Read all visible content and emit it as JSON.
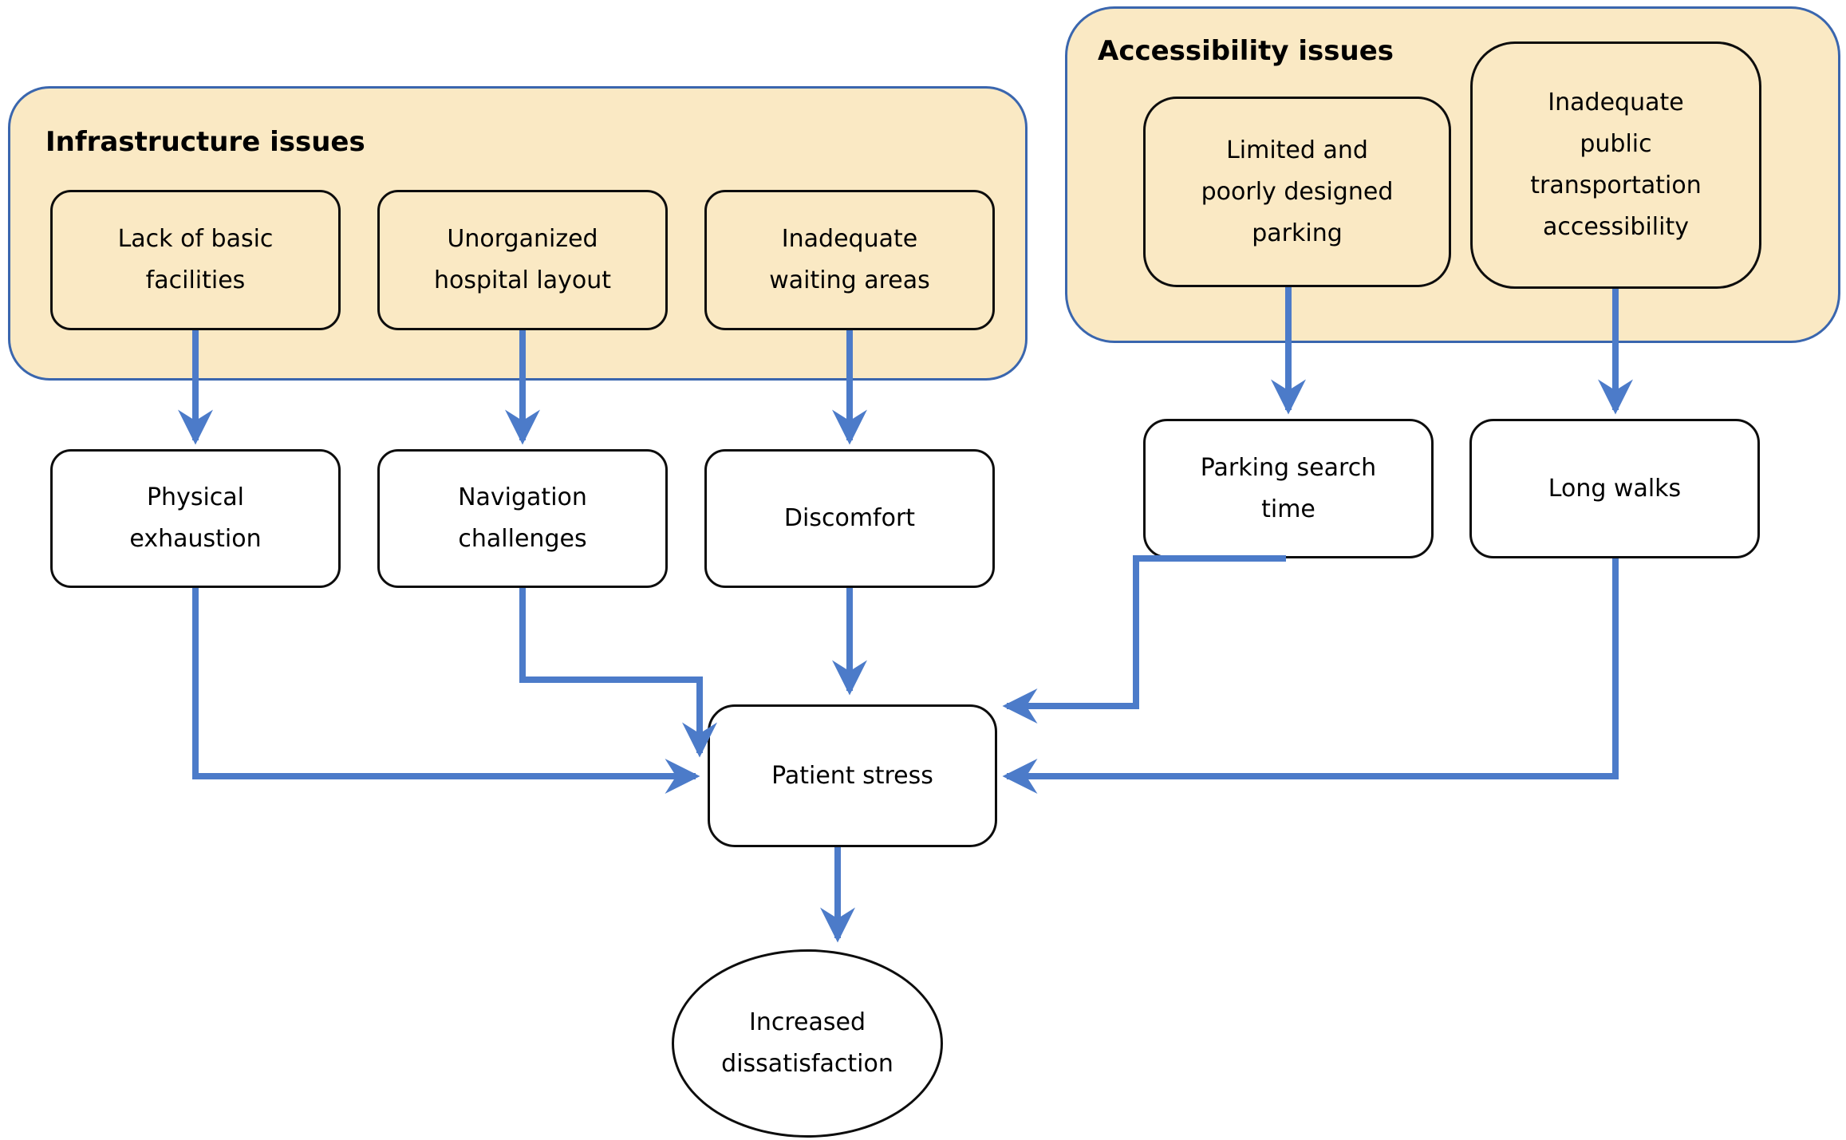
{
  "diagram": {
    "groups": [
      {
        "id": "infrastructure",
        "title": "Infrastructure issues"
      },
      {
        "id": "accessibility",
        "title": "Accessibility issues"
      }
    ],
    "nodes": {
      "lack_facilities": {
        "label": "Lack of basic facilities",
        "lines": [
          "Lack of basic",
          "facilities"
        ]
      },
      "unorganized_layout": {
        "label": "Unorganized hospital layout",
        "lines": [
          "Unorganized",
          "hospital layout"
        ]
      },
      "inadequate_waiting": {
        "label": "Inadequate waiting areas",
        "lines": [
          "Inadequate",
          "waiting areas"
        ]
      },
      "limited_parking": {
        "label": "Limited and poorly designed parking",
        "lines": [
          "Limited and",
          "poorly designed",
          "parking"
        ]
      },
      "inadequate_transport": {
        "label": "Inadequate public transportation accessibility",
        "lines": [
          "Inadequate",
          "public",
          "transportation",
          "accessibility"
        ]
      },
      "physical_exhaustion": {
        "label": "Physical exhaustion",
        "lines": [
          "Physical",
          "exhaustion"
        ]
      },
      "navigation_challenges": {
        "label": "Navigation challenges",
        "lines": [
          "Navigation",
          "challenges"
        ]
      },
      "discomfort": {
        "label": "Discomfort",
        "lines": [
          "Discomfort"
        ]
      },
      "parking_search_time": {
        "label": "Parking search time",
        "lines": [
          "Parking search",
          "time"
        ]
      },
      "long_walks": {
        "label": "Long walks",
        "lines": [
          "Long walks"
        ]
      },
      "patient_stress": {
        "label": "Patient stress",
        "lines": [
          "Patient stress"
        ]
      },
      "increased_dissatisfaction": {
        "label": "Increased dissatisfaction",
        "lines": [
          "Increased",
          "dissatisfaction"
        ]
      }
    },
    "edges": [
      {
        "from": "Lack of basic facilities",
        "to": "Physical exhaustion"
      },
      {
        "from": "Unorganized hospital layout",
        "to": "Navigation challenges"
      },
      {
        "from": "Inadequate waiting areas",
        "to": "Discomfort"
      },
      {
        "from": "Limited and poorly designed parking",
        "to": "Parking search time"
      },
      {
        "from": "Inadequate public transportation accessibility",
        "to": "Long walks"
      },
      {
        "from": "Physical exhaustion",
        "to": "Patient stress"
      },
      {
        "from": "Navigation challenges",
        "to": "Patient stress"
      },
      {
        "from": "Discomfort",
        "to": "Patient stress"
      },
      {
        "from": "Parking search time",
        "to": "Patient stress"
      },
      {
        "from": "Long walks",
        "to": "Patient stress"
      },
      {
        "from": "Patient stress",
        "to": "Increased dissatisfaction"
      }
    ]
  },
  "colors": {
    "group_fill": "#FAE9C4",
    "group_border": "#3A66AE",
    "arrow": "#4C7BC9",
    "node_border": "#0d0d0d",
    "text": "#000000"
  }
}
